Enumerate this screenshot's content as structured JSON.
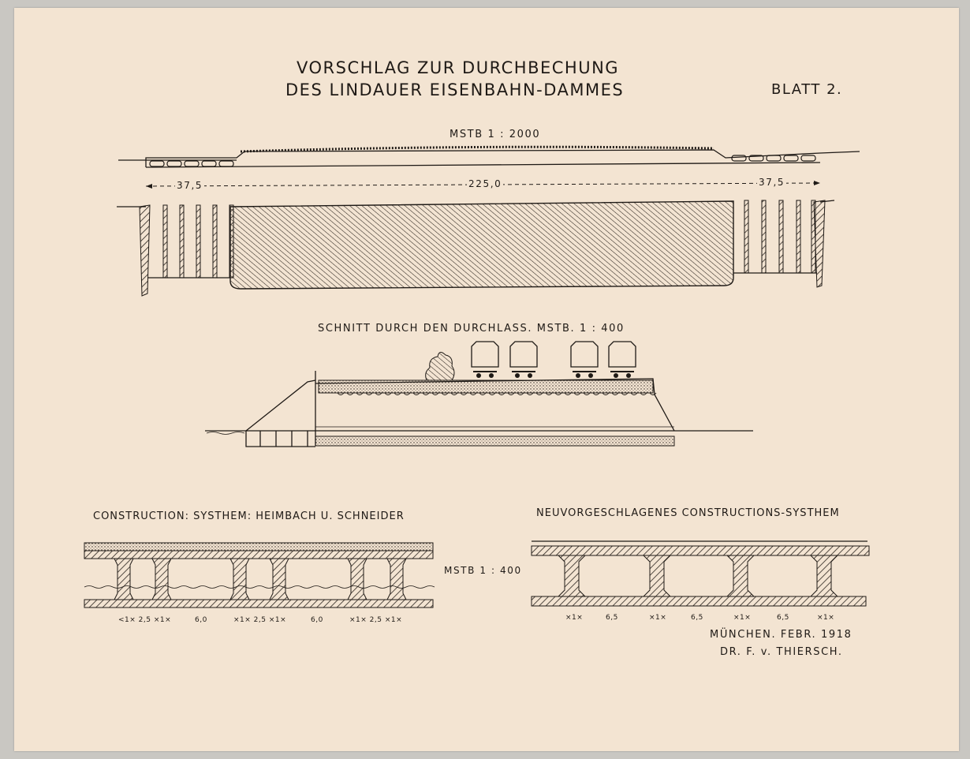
{
  "title": {
    "line1": "VORSCHLAG ZUR DURCHBECHUNG",
    "line2": "DES LINDAUER EISENBAHN-DAMMES"
  },
  "sheet_label": "BLATT 2.",
  "plan": {
    "scale_label": "MSTB 1 : 2000",
    "dim_left": "37,5",
    "dim_center": "225,0",
    "dim_right": "37,5"
  },
  "section": {
    "caption": "SCHNITT DURCH DEN DURCHLASS. MSTB. 1 : 400"
  },
  "construction_left": {
    "caption": "CONSTRUCTION: SYSTHEM: HEIMBACH U. SCHNEIDER",
    "dims": [
      "<1× 2,5 ×1×",
      "6,0",
      "×1× 2,5 ×1×",
      "6,0",
      "×1× 2,5 ×1×"
    ]
  },
  "middle_scale": "MSTB 1 : 400",
  "construction_right": {
    "caption": "NEUVORGESCHLAGENES CONSTRUCTIONS-SYSTHEM",
    "dims": [
      "×1×",
      "6,5",
      "×1×",
      "6,5",
      "×1×",
      "6,5",
      "×1×"
    ]
  },
  "signature": {
    "place_date": "MÜNCHEN. FEBR. 1918",
    "author": "DR. F. v. THIERSCH."
  }
}
